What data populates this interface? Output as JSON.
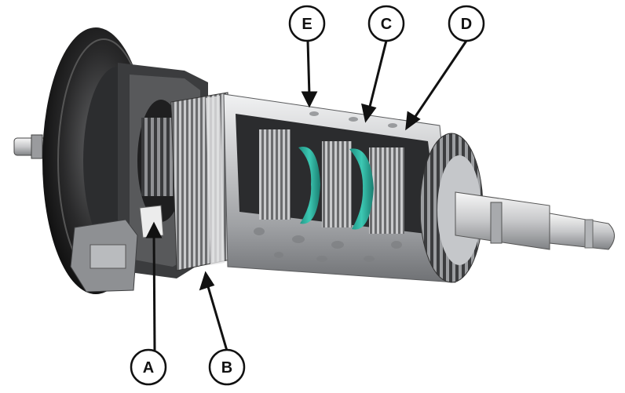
{
  "diagram": {
    "callouts": [
      {
        "id": "A",
        "label": "A"
      },
      {
        "id": "B",
        "label": "B"
      },
      {
        "id": "C",
        "label": "C"
      },
      {
        "id": "D",
        "label": "D"
      },
      {
        "id": "E",
        "label": "E"
      }
    ],
    "colors": {
      "background": "#ffffff",
      "metal_light": "#d9dadc",
      "metal_mid": "#a9abae",
      "metal_dark": "#3b3c3e",
      "housing_black": "#1a1a1a",
      "seal_teal": "#2fb3a0",
      "callout_stroke": "#111111"
    }
  }
}
